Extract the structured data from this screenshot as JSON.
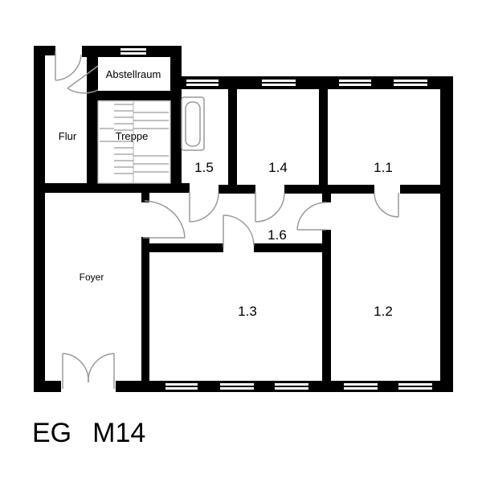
{
  "rooms": {
    "abstellraum": "Abstellraum",
    "flur": "Flur",
    "treppe": "Treppe",
    "foyer": "Foyer",
    "r11": "1.1",
    "r12": "1.2",
    "r13": "1.3",
    "r14": "1.4",
    "r15": "1.5",
    "r16": "1.6"
  },
  "caption": {
    "floor": "EG",
    "unit": "M14"
  },
  "colors": {
    "wall": "#000000",
    "fixture": "#9a9a9a",
    "background": "#ffffff"
  }
}
